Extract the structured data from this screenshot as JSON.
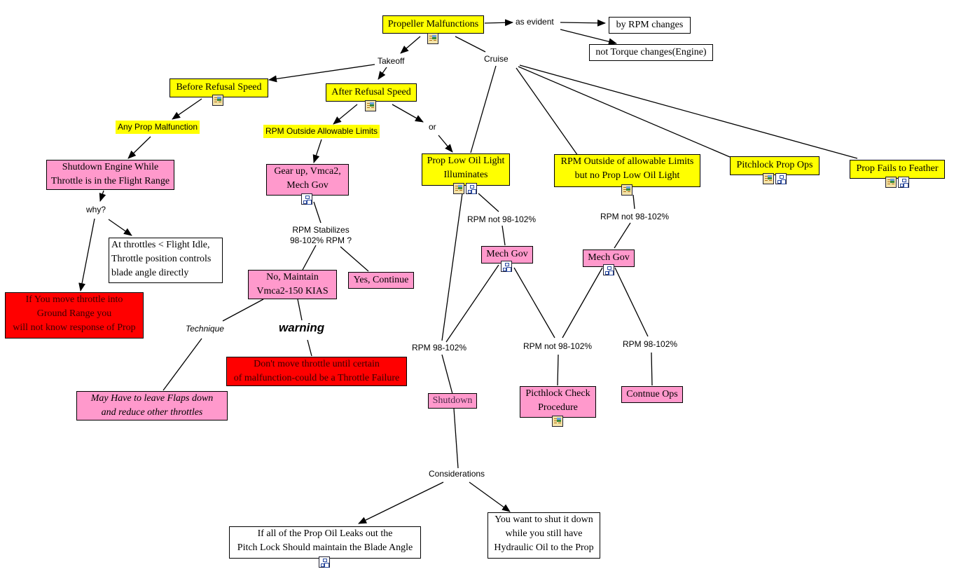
{
  "title": "Propeller Malfunctions",
  "colors": {
    "concept_yellow": "#ffff00",
    "concept_pink": "#ff99cc",
    "warning_red": "#ff0000",
    "line": "#000000"
  },
  "nodes": {
    "propeller_malfunctions": "Propeller Malfunctions",
    "by_rpm_changes": "by RPM changes",
    "not_torque_changes": "not Torque changes(Engine)",
    "before_refusal_speed": "Before Refusal Speed",
    "after_refusal_speed": "After Refusal Speed",
    "shutdown_engine": "Shutdown Engine While\nThrottle is in the Flight Range",
    "at_throttles": "At throttles < Flight Idle,\nThrottle position controls\nblade angle directly",
    "if_you_move_throttle": "If You move throttle into\nGround Range you\nwill not know response of Prop",
    "gear_up": "Gear up, Vmca2,\nMech Gov",
    "no_maintain": "No, Maintain\nVmca2-150 KIAS",
    "yes_continue": "Yes, Continue",
    "dont_move_throttle": "Don't move throttle until certain\nof malfunction-could be a Throttle Failure",
    "may_have_flaps": "May Have to leave Flaps down\nand reduce other throttles",
    "prop_low_oil_light": "Prop Low Oil Light\nIlluminates",
    "rpm_outside_no_light": "RPM Outside of allowable Limits\nbut no Prop Low Oil Light",
    "pitchlock_prop_ops": "Pitchlock Prop Ops",
    "prop_fails_to_feather": "Prop Fails to Feather",
    "mech_gov_1": "Mech Gov",
    "mech_gov_2": "Mech Gov",
    "shutdown": "Shutdown",
    "pitchlock_check": "Picthlock Check\nProcedure",
    "continue_ops": "Contnue Ops",
    "if_all_oil_leaks": "If all of the Prop Oil Leaks out the\nPitch Lock Should maintain the Blade Angle",
    "you_want_shut_down": "You want to shut it down\nwhile you still have\nHydraulic Oil to the Prop"
  },
  "links": {
    "as_evident": "as evident",
    "takeoff": "Takeoff",
    "cruise": "Cruise",
    "any_prop_malfunction": "Any Prop Malfunction",
    "rpm_outside_allowable": "RPM Outside Allowable Limits",
    "or": "or",
    "why": "why?",
    "rpm_stabilizes": "RPM Stabilizes\n98-102% RPM ?",
    "technique": "Technique",
    "warning": "warning",
    "rpm_not_1": "RPM not 98-102%",
    "rpm_not_2": "RPM not 98-102%",
    "rpm_98_1": "RPM 98-102%",
    "rpm_not_3": "RPM not 98-102%",
    "rpm_98_2": "RPM 98-102%",
    "considerations": "Considerations"
  },
  "icon_names": {
    "resource": "image-resource-icon",
    "submap": "concept-map-icon"
  }
}
